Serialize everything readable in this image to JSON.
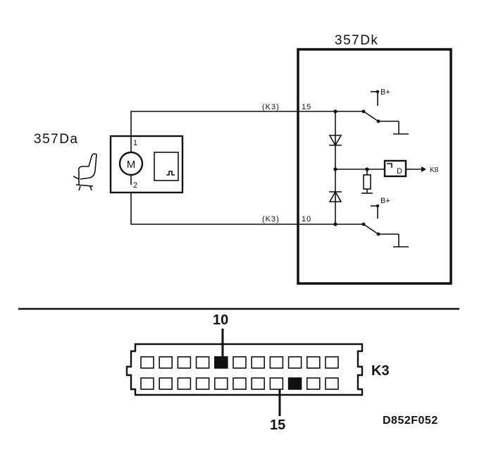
{
  "control_unit": {
    "label": "357Dk"
  },
  "motor_unit": {
    "label": "357Da",
    "motor_symbol": "M",
    "pin_top": "1",
    "pin_bottom": "2"
  },
  "wires": {
    "top": {
      "connector": "(K3)",
      "pin": "15"
    },
    "bottom": {
      "connector": "(K3)",
      "pin": "10"
    }
  },
  "supply": {
    "top": "B+",
    "bottom": "B+"
  },
  "output": {
    "label": "K8",
    "gate_symbol": "D"
  },
  "connector": {
    "label": "K3",
    "callout_top": "10",
    "callout_bottom": "15",
    "top_row_count": 11,
    "bottom_row_count": 11,
    "highlight_top_index": 4,
    "highlight_bottom_index": 8
  },
  "figure_code": "D852F052",
  "icons": [
    "seat-icon",
    "motor-icon",
    "diode-icon",
    "switch-icon",
    "ground-icon",
    "resistor-icon",
    "pulse-icon"
  ]
}
